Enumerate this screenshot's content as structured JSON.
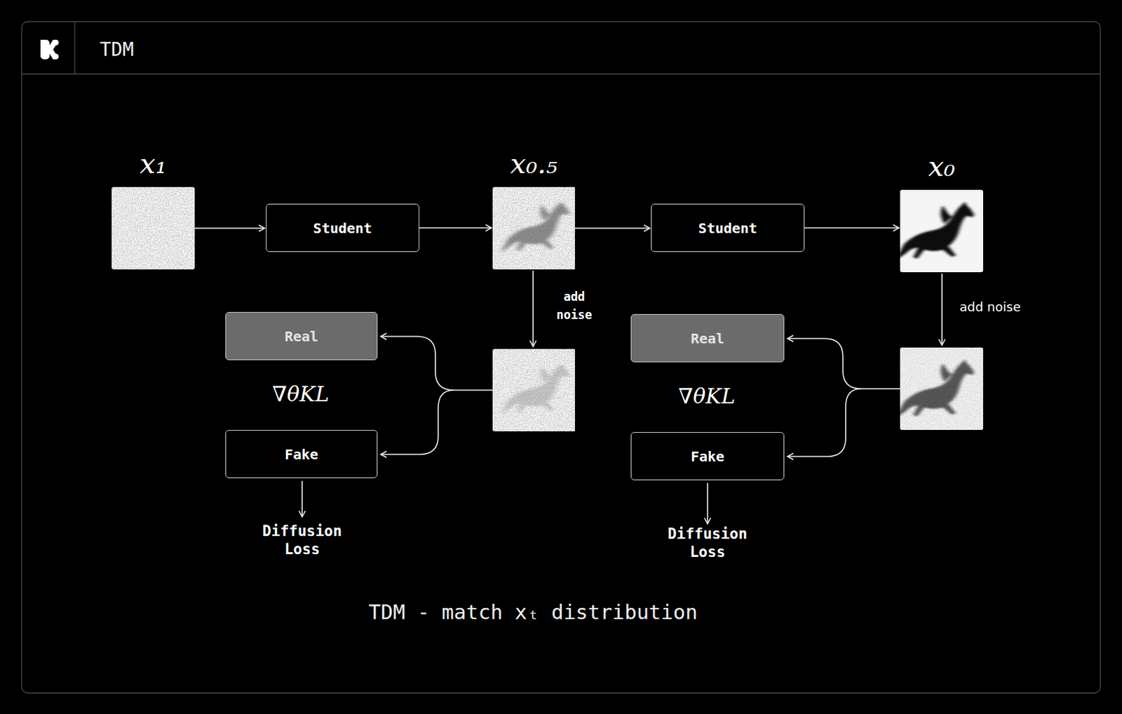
{
  "diagram": {
    "title": "TDM",
    "caption": "TDM - match xₜ distribution",
    "nodes": [
      {
        "text": [
          "x₁"
        ]
      },
      {
        "text": [
          "Student"
        ]
      },
      {
        "text": [
          "x₀.₅"
        ]
      },
      {
        "text": [
          "Student"
        ]
      },
      {
        "text": [
          "x₀"
        ]
      },
      {
        "text": [
          "Real"
        ]
      },
      {
        "text": [
          "Real"
        ]
      },
      {
        "text": [
          "Fake"
        ]
      },
      {
        "text": [
          "Fake"
        ]
      }
    ],
    "edges": [
      {
        "from": 0,
        "to": 1,
        "arrow": "to"
      },
      {
        "from": 1,
        "to": 2,
        "arrow": "to"
      },
      {
        "from": 2,
        "to": 3,
        "arrow": "to"
      },
      {
        "from": 3,
        "to": 4,
        "arrow": "to"
      }
    ],
    "labels": [
      "add noise",
      "add noise",
      "∇θKL",
      "∇θKL",
      "Diffusion Loss",
      "Diffusion Loss"
    ]
  }
}
